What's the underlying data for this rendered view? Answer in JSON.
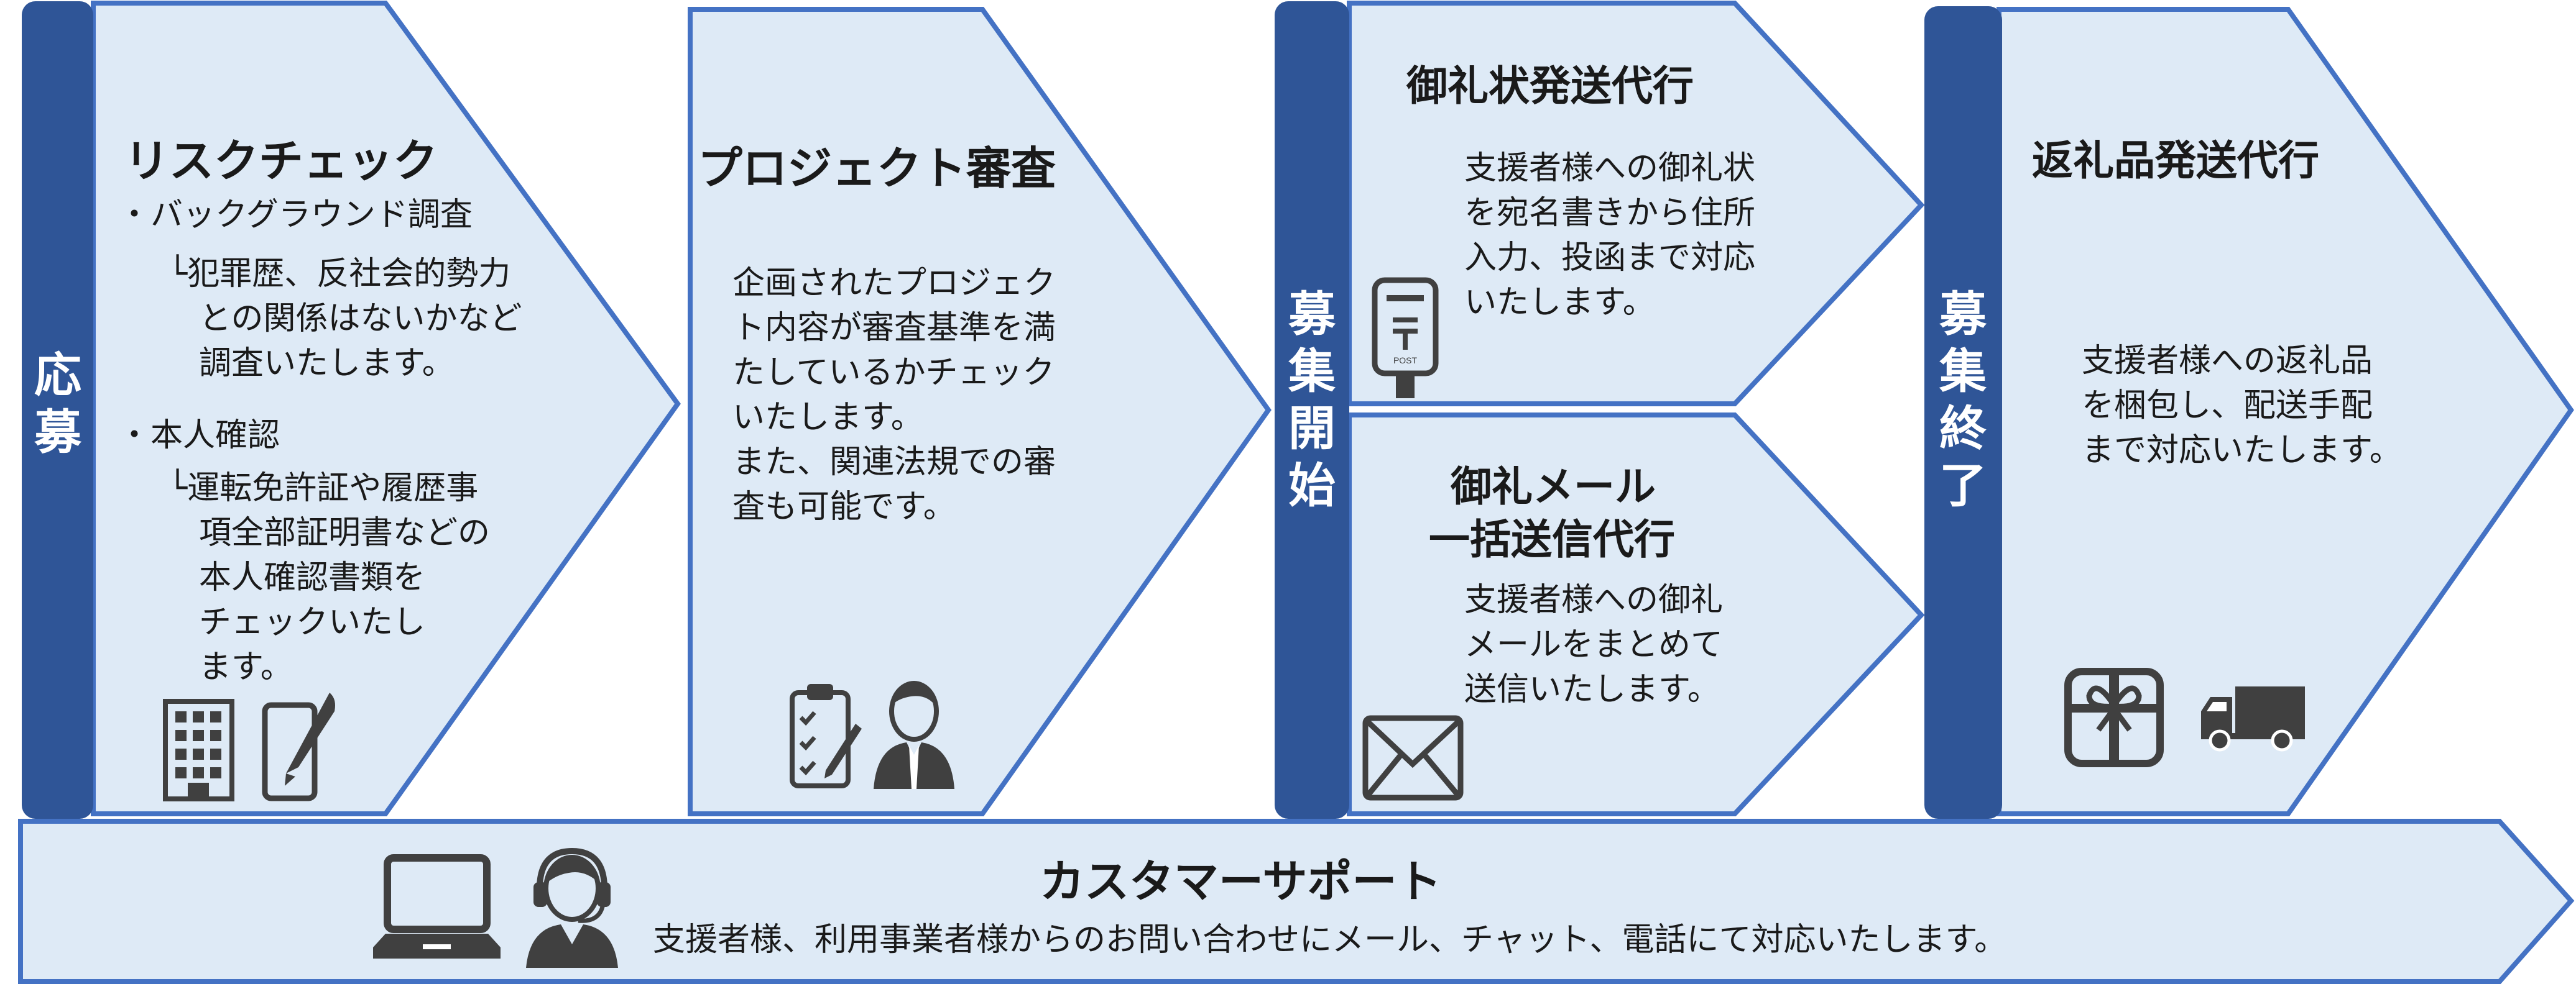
{
  "colors": {
    "fill": "#deeaf6",
    "border": "#4472c4",
    "bar": "#2f5597",
    "icon": "#404040"
  },
  "phases": {
    "oubo": [
      "応",
      "募"
    ],
    "boshu_kaishi": [
      "募",
      "集",
      "開",
      "始"
    ],
    "boshu_shuryo": [
      "募",
      "集",
      "終",
      "了"
    ]
  },
  "risk_check": {
    "title": "リスクチェック",
    "bullet1": "・バックグラウンド調査",
    "bullet1_detail": [
      "└犯罪歴、反社会的勢力",
      "との関係はないかなど",
      "調査いたします。"
    ],
    "bullet2": "・本人確認",
    "bullet2_detail": [
      "└運転免許証や履歴事",
      "項全部証明書などの",
      "本人確認書類を",
      "チェックいたし",
      "ます。"
    ],
    "icons": [
      "building-icon",
      "pen-tablet-icon"
    ]
  },
  "project_review": {
    "title": "プロジェクト審査",
    "body": [
      "企画されたプロジェク",
      "ト内容が審査基準を満",
      "たしているかチェック",
      "いたします。",
      "また、関連法規での審",
      "査も可能です。"
    ],
    "icons": [
      "clipboard-check-icon",
      "businessperson-icon"
    ]
  },
  "thank_letter": {
    "title": "御礼状発送代行",
    "body": [
      "支援者様への御礼状",
      "を宛名書きから住所",
      "入力、投函まで対応",
      "いたします。"
    ],
    "icon": "postbox-icon",
    "post_label": "POST"
  },
  "thank_mail": {
    "title_line1": "御礼メール",
    "title_line2": "一括送信代行",
    "body": [
      "支援者様への御礼",
      "メールをまとめて",
      "送信いたします。"
    ],
    "icon": "envelope-icon"
  },
  "return_gift": {
    "title": "返礼品発送代行",
    "body": [
      "支援者様への返礼品",
      "を梱包し、配送手配",
      "まで対応いたします。"
    ],
    "icons": [
      "gift-box-icon",
      "truck-icon"
    ]
  },
  "customer_support": {
    "title": "カスタマーサポート",
    "body": "支援者様、利用事業者様からのお問い合わせにメール、チャット、電話にて対応いたします。",
    "icons": [
      "laptop-icon",
      "headset-operator-icon"
    ]
  }
}
